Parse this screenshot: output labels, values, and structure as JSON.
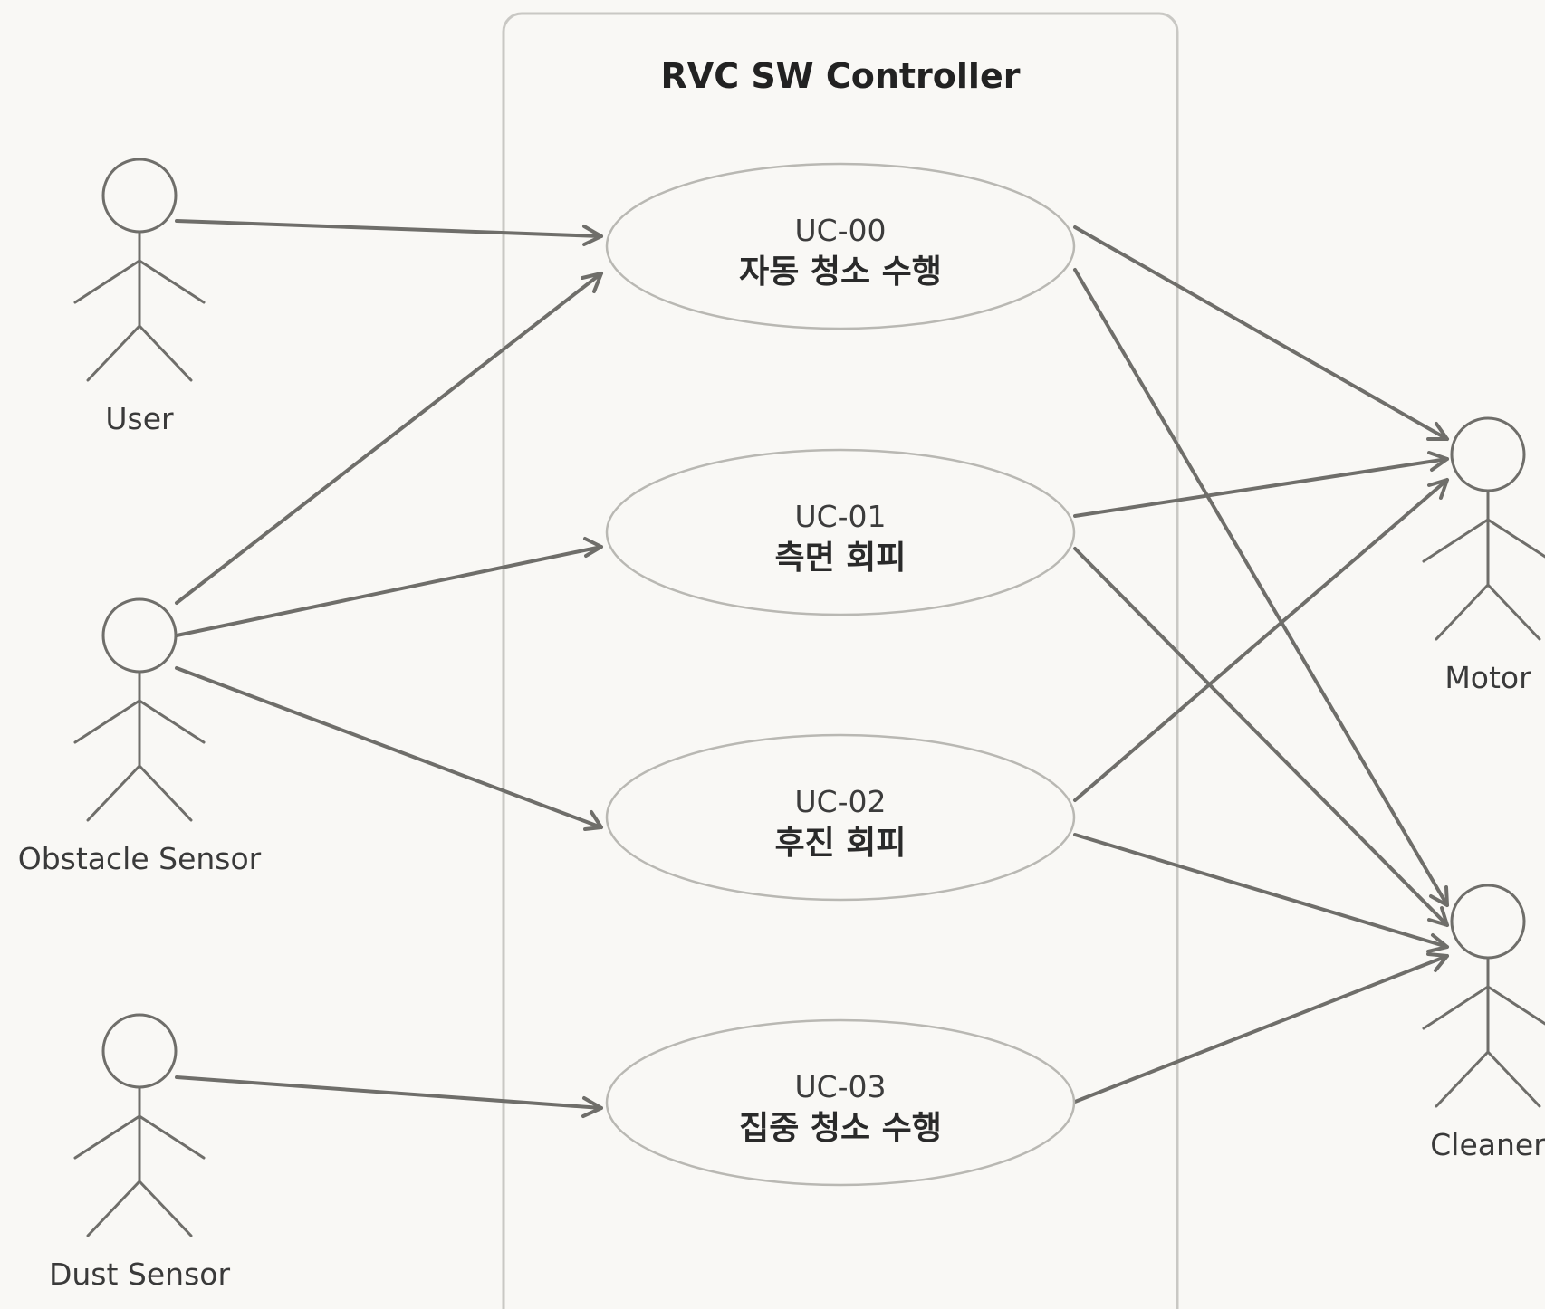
{
  "system": {
    "title": "RVC SW Controller"
  },
  "use_cases": [
    {
      "id": "UC-00",
      "name": "자동 청소 수행"
    },
    {
      "id": "UC-01",
      "name": "측면 회피"
    },
    {
      "id": "UC-02",
      "name": "후진 회피"
    },
    {
      "id": "UC-03",
      "name": "집중 청소 수행"
    }
  ],
  "actors": {
    "user": "User",
    "obstacle_sensor": "Obstacle Sensor",
    "dust_sensor": "Dust Sensor",
    "motor": "Motor",
    "cleaner": "Cleaner"
  },
  "associations": [
    {
      "from": "User",
      "to": "UC-00"
    },
    {
      "from": "Obstacle Sensor",
      "to": "UC-00"
    },
    {
      "from": "Obstacle Sensor",
      "to": "UC-01"
    },
    {
      "from": "Obstacle Sensor",
      "to": "UC-02"
    },
    {
      "from": "Dust Sensor",
      "to": "UC-03"
    },
    {
      "from": "UC-00",
      "to": "Motor"
    },
    {
      "from": "UC-00",
      "to": "Cleaner"
    },
    {
      "from": "UC-01",
      "to": "Motor"
    },
    {
      "from": "UC-01",
      "to": "Cleaner"
    },
    {
      "from": "UC-02",
      "to": "Motor"
    },
    {
      "from": "UC-02",
      "to": "Cleaner"
    },
    {
      "from": "UC-03",
      "to": "Cleaner"
    }
  ]
}
